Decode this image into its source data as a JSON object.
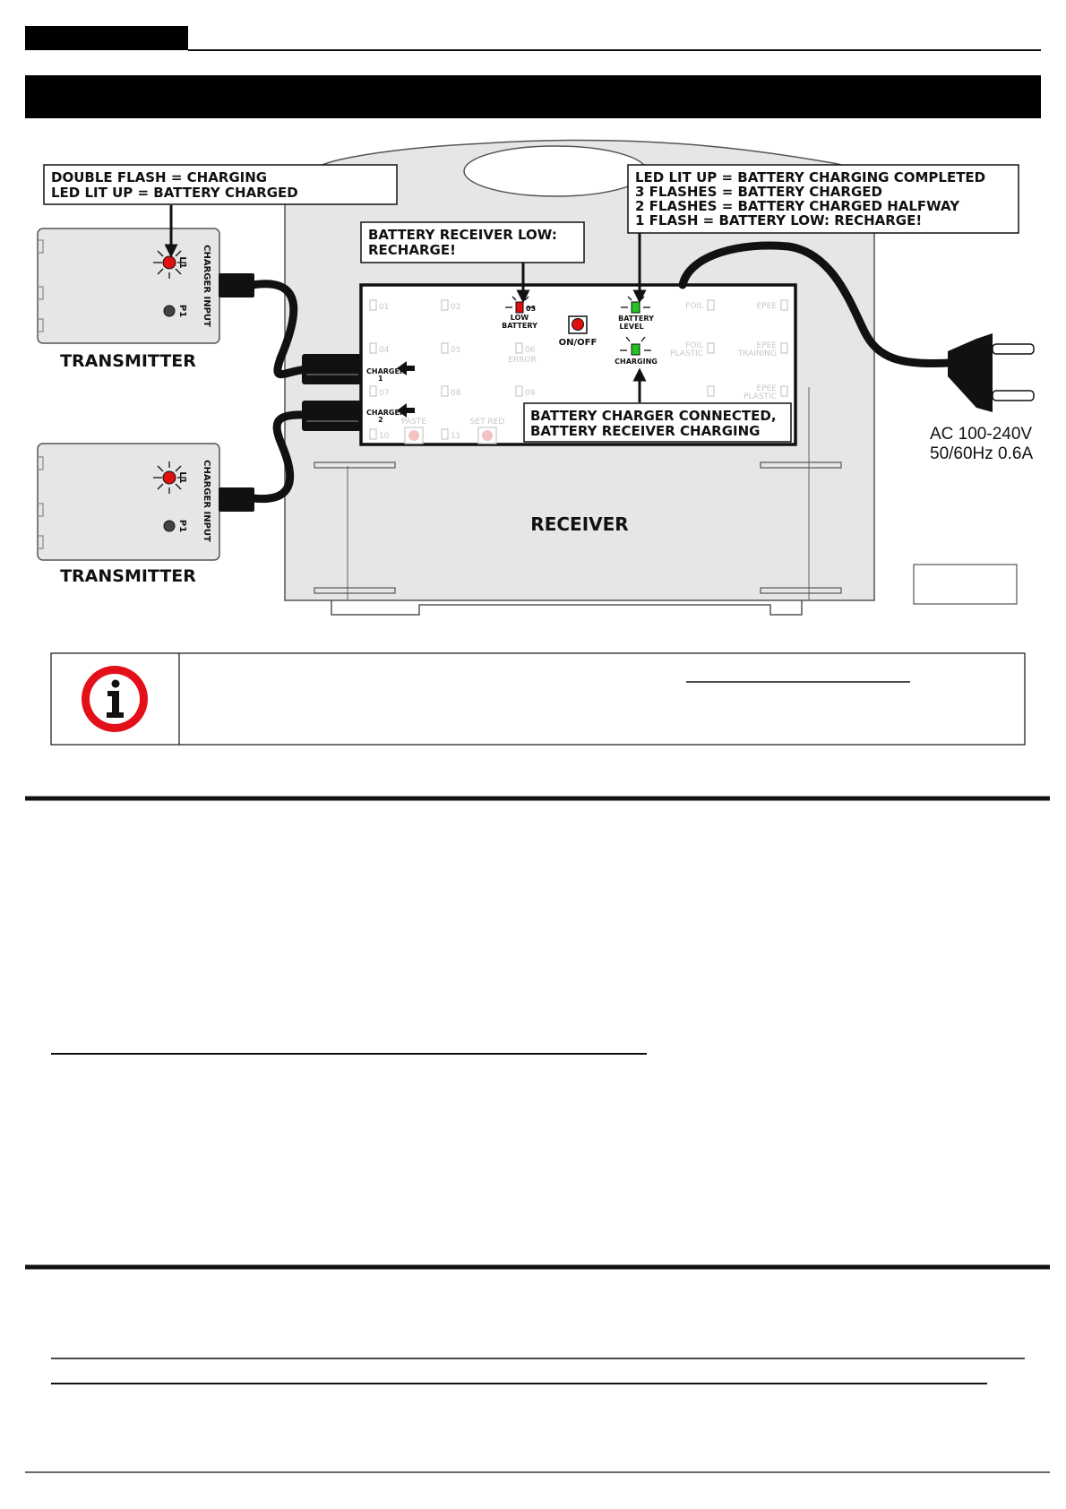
{
  "callouts": {
    "transmitter_led": [
      "DOUBLE FLASH = CHARGING",
      "LED LIT UP = BATTERY CHARGED"
    ],
    "receiver_low": [
      "BATTERY RECEIVER LOW:",
      "RECHARGE!"
    ],
    "battery_level": [
      "LED LIT UP = BATTERY CHARGING COMPLETED",
      "3 FLASHES = BATTERY CHARGED",
      "2 FLASHES = BATTERY CHARGED HALFWAY",
      "1 FLASH = BATTERY LOW: RECHARGE!"
    ],
    "charger_connected": [
      "BATTERY CHARGER CONNECTED,",
      "BATTERY RECEIVER CHARGING"
    ]
  },
  "transmitter": {
    "name": "TRANSMITTER",
    "led_label": "L1",
    "button_label": "P1",
    "port_label": "CHARGER INPUT"
  },
  "receiver": {
    "name": "RECEIVER",
    "on_off": "ON/OFF",
    "low_battery": [
      "LOW",
      "BATTERY"
    ],
    "battery_level": [
      "BATTERY",
      "LEVEL"
    ],
    "charging": "CHARGING",
    "charger_1": [
      "CHARGER",
      "1"
    ],
    "charger_2": [
      "CHARGER",
      "2"
    ],
    "slots": [
      "01",
      "02",
      "03",
      "04",
      "05",
      "06",
      "07",
      "08",
      "09",
      "10",
      "11"
    ],
    "faint_labels": {
      "foil": "FOIL",
      "epee": "EPEE",
      "foil_plastic": [
        "FOIL",
        "PLASTIC"
      ],
      "epee_training": [
        "EPEE",
        "TRAINING"
      ],
      "epee_plastic": [
        "EPEE",
        "PLASTIC"
      ],
      "error": "ERROR",
      "paste": "PASTE",
      "set_red": "SET RED"
    }
  },
  "power": [
    "AC 100-240V",
    "50/60Hz 0.6A"
  ],
  "colors": {
    "led_red": "#e01010",
    "led_green": "#22c422",
    "body_gray": "#e6e6e6",
    "outline": "#555555",
    "info_red": "#e3101a"
  },
  "icons": {
    "info": "info-icon"
  }
}
